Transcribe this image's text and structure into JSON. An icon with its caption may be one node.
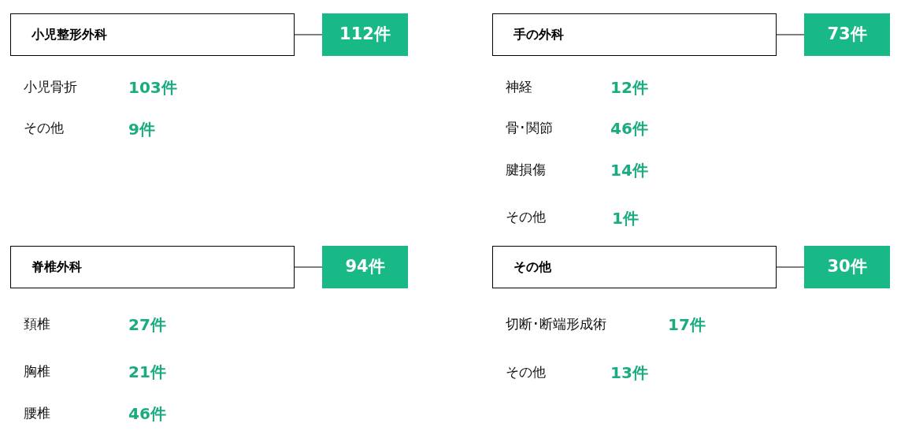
{
  "diagram": {
    "nodes": [
      {
        "text": [
          "小児整形外科"
        ]
      },
      {
        "text": [
          "112件"
        ]
      },
      {
        "text": [
          "手の外科"
        ]
      },
      {
        "text": [
          "73件"
        ]
      },
      {
        "text": [
          "脊椎外科"
        ]
      },
      {
        "text": [
          "94件"
        ]
      },
      {
        "text": [
          "その他"
        ]
      },
      {
        "text": [
          "30件"
        ]
      }
    ],
    "edges": [
      {
        "from": 0,
        "to": 1,
        "arrow": "none"
      },
      {
        "from": 2,
        "to": 3,
        "arrow": "none"
      },
      {
        "from": 4,
        "to": 5,
        "arrow": "none"
      },
      {
        "from": 6,
        "to": 7,
        "arrow": "none"
      }
    ],
    "labels": [
      "小児骨折",
      "103件",
      "その他",
      "9件",
      "神経",
      "12件",
      "骨･関節",
      "46件",
      "腱損傷",
      "14件",
      "その他",
      "1件",
      "頚椎",
      "27件",
      "胸椎",
      "21件",
      "腰椎",
      "46件",
      "切断･断端形成術",
      "17件",
      "その他",
      "13件"
    ]
  }
}
